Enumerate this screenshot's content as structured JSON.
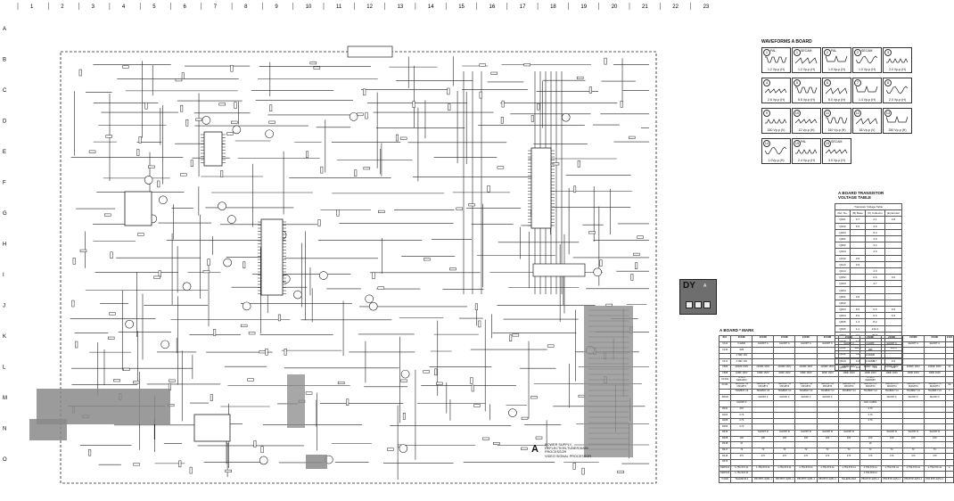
{
  "ruler": {
    "columns": [
      "1",
      "2",
      "3",
      "4",
      "5",
      "6",
      "7",
      "8",
      "9",
      "10",
      "11",
      "12",
      "13",
      "14",
      "15",
      "16",
      "17",
      "18",
      "19",
      "20",
      "21",
      "22",
      "23"
    ],
    "rows": [
      "A",
      "B",
      "C",
      "D",
      "E",
      "F",
      "G",
      "H",
      "I",
      "J",
      "K",
      "L",
      "M",
      "N",
      "O"
    ]
  },
  "schematic": {
    "board_letter": "A",
    "power_note": [
      "POWER SUPPLY,",
      "DEFLECTION,TUNER,MAIN PROCESSOR",
      "VIDEO SIGNAL PROCESSOR"
    ]
  },
  "waveforms": {
    "title": "WAVEFORMS A BOARD",
    "cells": [
      {
        "num": "1",
        "name": "PAL",
        "value": "1.2 Vp-p (H)"
      },
      {
        "num": "1",
        "name": "SECAM",
        "value": "1.2 Vp-p (H)"
      },
      {
        "num": "2",
        "name": "PAL",
        "value": "1.0 Vp-p (H)"
      },
      {
        "num": "2",
        "name": "SECAM",
        "value": "1.0 Vp-p (H)"
      },
      {
        "num": "3",
        "name": "",
        "value": "2.0 Vp-p (H)"
      },
      {
        "num": "4",
        "name": "",
        "value": "2.6 Vp-p (H)"
      },
      {
        "num": "5",
        "name": "",
        "value": "5.5 Vp-p (H)"
      },
      {
        "num": "6",
        "name": "",
        "value": "5.0 Vp-p (H)"
      },
      {
        "num": "7",
        "name": "",
        "value": "1.4 Vp-p (H)"
      },
      {
        "num": "8",
        "name": "",
        "value": "2.0 Vp-p (H)"
      },
      {
        "num": "9",
        "name": "",
        "value": "180 Vp-p (V)"
      },
      {
        "num": "10",
        "name": "",
        "value": "12 Vp-p (H)"
      },
      {
        "num": "11",
        "name": "",
        "value": "150 Vp-p (H)"
      },
      {
        "num": "12",
        "name": "",
        "value": "38 Vp-p (V)"
      },
      {
        "num": "13",
        "name": "",
        "value": "290 Vp-p (H)"
      },
      {
        "num": "14",
        "name": "",
        "value": "1.0Vp-p (H)"
      },
      {
        "num": "15",
        "name": "PAL",
        "value": "2.4 Vp-p (H)"
      },
      {
        "num": "15",
        "name": "SECAM",
        "value": "3.0 Vp-p (H)"
      }
    ]
  },
  "transistor_table": {
    "title": [
      "A BOARD TRANSISTOR",
      "VOLTAGE TABLE"
    ],
    "header_group": "Transistor Voltage Table",
    "headers": [
      "Ref. No.",
      "(B) Base",
      "(C) Collector",
      "(E) Emitter"
    ],
    "rows": [
      [
        "Q201",
        "0.7",
        "2.1",
        "4.6"
      ],
      [
        "Q202",
        "5.5",
        "4.6",
        ""
      ],
      [
        "Q203",
        "",
        "5.3",
        ""
      ],
      [
        "Q301",
        "",
        "4.9",
        ""
      ],
      [
        "Q302",
        "",
        "3.4",
        ""
      ],
      [
        "Q303",
        "",
        "4.9",
        ""
      ],
      [
        "Q312",
        "0.5",
        "",
        ""
      ],
      [
        "Q313",
        "0.9",
        "",
        ""
      ],
      [
        "Q314",
        "",
        "4.9",
        ""
      ],
      [
        "Q352",
        "",
        "0.6",
        "0.6"
      ],
      [
        "Q353",
        "",
        "4.7",
        ""
      ],
      [
        "Q354",
        "",
        "",
        ""
      ],
      [
        "Q601",
        "0.8",
        "",
        ""
      ],
      [
        "Q602",
        "",
        "",
        ""
      ],
      [
        "Q603",
        "8.0",
        "6.6",
        "6.6"
      ],
      [
        "Q604",
        "8.6",
        "6.6",
        "6.6"
      ],
      [
        "Q605",
        "1.3",
        "8.2",
        ""
      ],
      [
        "Q606",
        "1.1",
        "132.4",
        ""
      ],
      [
        "Q607",
        "2.4",
        "80.8",
        ""
      ],
      [
        "Q608",
        "0.4",
        "",
        ""
      ],
      [
        "Q611",
        "104.3",
        "",
        "106.3"
      ],
      [
        "Q612",
        "0.8",
        "",
        ""
      ],
      [
        "Q613",
        "0.4",
        "4.7",
        "0.9"
      ],
      [
        "Q615",
        "8.5",
        "4.0",
        "8.5"
      ]
    ]
  },
  "dy": {
    "label": "DY",
    "sub": "A"
  },
  "mark_table": {
    "title": "A BOARD * MARK",
    "headers": [
      "Ref.",
      "21C2E",
      "21C3D",
      "21C3E",
      "21C3K",
      "21C3M",
      "21C3Q",
      "21X3E",
      "21X3K",
      "21X3M",
      "21X3K",
      "21X3"
    ],
    "rows": [
      [
        "C111",
        "0.22MF",
        "SHORT C",
        "SHORT C",
        "SHORT C",
        "SHORT C",
        "SHORT C",
        "0.22MF",
        "SHORT C",
        "SHORT C",
        "SHORT C",
        ""
      ],
      [
        "C133",
        "1MF",
        "",
        "",
        "",
        "",
        "",
        "1MF",
        "",
        "",
        "",
        ""
      ],
      [
        "",
        "4.7MF 16V",
        "",
        "",
        "",
        "",
        "",
        "0.022MF",
        "",
        "",
        "",
        ""
      ],
      [
        "C471",
        "4.7MF 16V",
        "",
        "",
        "",
        "",
        "",
        "0.022MF",
        "",
        "",
        "",
        ""
      ],
      [
        "C506",
        "220MF 160V",
        "220MF 160V",
        "220MF 160V",
        "220MF 160V",
        "220MF 160V",
        "220MF 160V",
        "220MF 160V",
        "220MF 160V",
        "220MF 160V",
        "220MF 160V",
        "22"
      ],
      [
        "C508",
        "10MF 160V",
        "10MF 160V",
        "10MF 160V",
        "10MF 160V",
        "10MF 160V",
        "10MF 160V",
        "10MF 160V",
        "10MF 160V",
        "10MF 160V",
        "10MF 160V",
        ""
      ],
      [
        "CF102",
        "TPS6.5 CERAMIC",
        "",
        "",
        "",
        "",
        "",
        "TPS6.5 CERAMIC",
        "",
        "",
        "",
        ""
      ],
      [
        "IC101",
        "SAA56377G M3/H8T4",
        "SAA56377G M3/H8T4",
        "SAA56377G M3/H8T4",
        "SAA56377G M3/H8T4",
        "SAA56377G M3/H8T4",
        "SAA56377G M3/H8T4",
        "SAA56377G M3/H8T4",
        "SAA56377G M3/H8T4",
        "SAA56377G M3/H8T4",
        "SAA56377G M3/H8T4",
        "SA"
      ],
      [
        "",
        "TDA8847-V4",
        "TDA8847-V4",
        "TDA8847-V4",
        "TDA8847-V4",
        "TDA8847-V4",
        "TDA8847-V4",
        "TDA8847-V4",
        "TDA8847-V4",
        "TDA8847-V4",
        "TDA8847-V4",
        "T"
      ],
      [
        "JR002",
        "",
        "SHORT F",
        "SHORT F",
        "SHORT F",
        "SHORT F",
        "",
        "",
        "SHORT F",
        "SHORT F",
        "SHORT F",
        ""
      ],
      [
        "",
        "SHORT F",
        "",
        "",
        "",
        "",
        "",
        "CRC-VH85A",
        "",
        "",
        "",
        ""
      ],
      [
        "R110",
        "47K",
        "",
        "",
        "",
        "",
        "",
        "4.7K",
        "",
        "",
        "",
        ""
      ],
      [
        "R204",
        "4.7K",
        "",
        "",
        "",
        "",
        "",
        "4.7K",
        "",
        "",
        "",
        ""
      ],
      [
        "R208",
        "4.7K",
        "",
        "",
        "",
        "",
        "",
        "4.7K",
        "",
        "",
        "",
        ""
      ],
      [
        "R209",
        "4.7K",
        "",
        "",
        "",
        "",
        "",
        "",
        "",
        "",
        "",
        ""
      ],
      [
        "R316",
        "",
        "SHORT R",
        "SHORT R",
        "SHORT R",
        "SHORT R",
        "SHORT R",
        "",
        "SHORT R",
        "SHORT R",
        "SHORT R",
        ""
      ],
      [
        "R408",
        "100",
        "100",
        "100",
        "100",
        "100",
        "100",
        "100",
        "100",
        "100",
        "100",
        ""
      ],
      [
        "R418",
        "1K",
        "",
        "",
        "",
        "",
        "",
        "1K",
        "",
        "",
        "",
        ""
      ],
      [
        "R417",
        "72",
        "72",
        "72",
        "72",
        "72",
        "72",
        "72",
        "72",
        "72",
        "72",
        ""
      ],
      [
        "R418",
        "470",
        "470",
        "470",
        "470",
        "470",
        "470",
        "470",
        "470",
        "470",
        "470",
        ""
      ],
      [
        "R470",
        "",
        "",
        "",
        "",
        "",
        "",
        "",
        "",
        "",
        "",
        ""
      ],
      [
        "SWP101",
        "1-762-674-11",
        "1-762-674-11",
        "1-762-674-11",
        "1-762-674-11",
        "1-762-674-11",
        "1-762-674-11",
        "1-762-674-11",
        "1-762-674-11",
        "1-762-674-11",
        "1-762-674-11",
        "1-"
      ],
      [
        "SWP102",
        "1-762-624-11",
        "",
        "",
        "",
        "",
        "",
        "1-762-600-11",
        "",
        "",
        "",
        ""
      ],
      [
        "TU100",
        "TELE68-513",
        "P83 BTP-4Q51-1",
        "P83 BTP-4Q51-1",
        "P83 BTP-4Q51-1",
        "P83 BTP-4Q51-1",
        "TELE68-233A",
        "P83 BTP-4Q51-1",
        "P83 BTP-4Q51-1",
        "P83 BTP-4Q51-1",
        "P83 BTP-4Q51-1",
        ""
      ]
    ]
  }
}
